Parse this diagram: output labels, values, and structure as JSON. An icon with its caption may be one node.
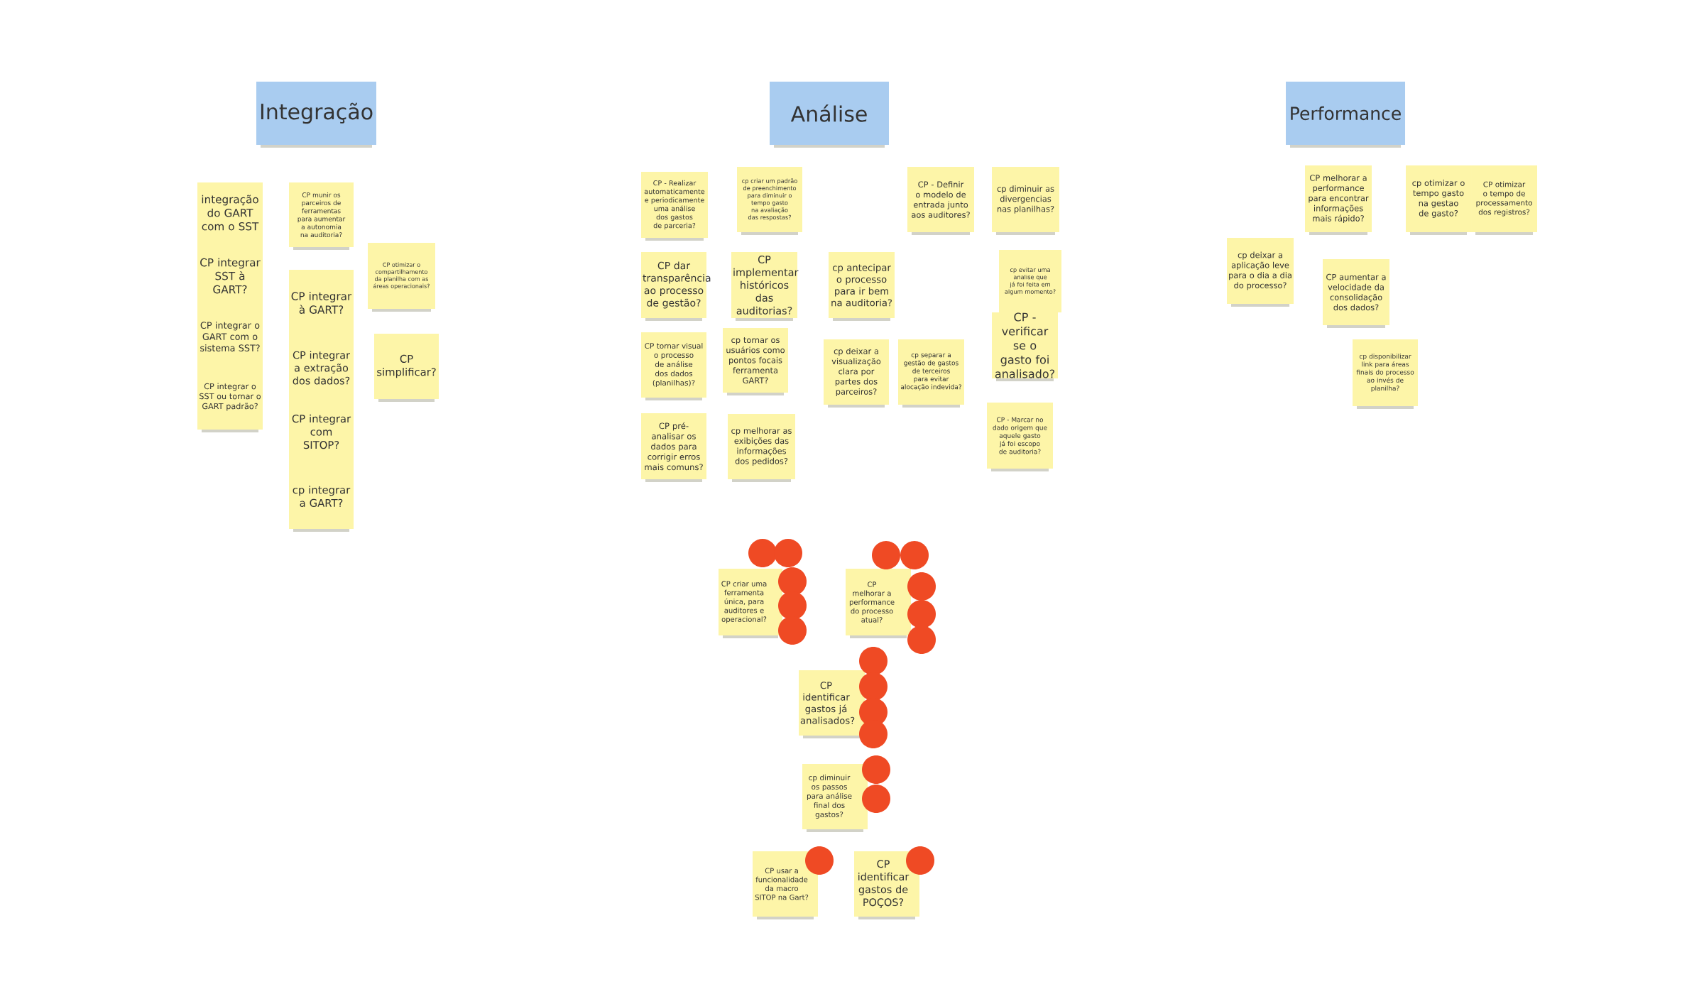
{
  "diagram": {
    "nodes": [
      {
        "text": [
          "Integração"
        ]
      },
      {
        "text": [
          "integração do GART com o SST"
        ]
      },
      {
        "text": [
          "CP integrar SST à GART?"
        ]
      },
      {
        "text": [
          "CP integrar o GART com o sistema SST?"
        ]
      },
      {
        "text": [
          "CP integrar o SST ou tornar o GART padrão?"
        ]
      },
      {
        "text": [
          "CP munir os parceiros de ferramentas para aumentar a autonomia na auditoria?"
        ]
      },
      {
        "text": [
          "CP integrar à GART?"
        ]
      },
      {
        "text": [
          "CP integrar a extração dos dados?"
        ]
      },
      {
        "text": [
          "CP integrar com SITOP?"
        ]
      },
      {
        "text": [
          "cp integrar a GART?"
        ]
      },
      {
        "text": [
          "CP otimizar o compartilhamento da planilha com as áreas operacionais?"
        ]
      },
      {
        "text": [
          "CP simplificar?"
        ]
      },
      {
        "text": [
          "Análise"
        ]
      },
      {
        "text": [
          "CP - Realizar automaticamente e periodicamente uma análise dos gastos de parceria?"
        ]
      },
      {
        "text": [
          "cp criar um padrão de preenchimento para diminuir o tempo gasto na avaliação das respostas?"
        ]
      },
      {
        "text": [
          "CP - Definir o modelo de entrada junto aos auditores?"
        ]
      },
      {
        "text": [
          "cp diminuir as divergencias nas planilhas?"
        ]
      },
      {
        "text": [
          "CP dar transparência ao processo de gestão?"
        ]
      },
      {
        "text": [
          "CP implementar históricos das auditorias?"
        ]
      },
      {
        "text": [
          "cp antecipar o processo para ir bem na auditoria?"
        ]
      },
      {
        "text": [
          "cp evitar uma analise que já foi feita em algum momento?"
        ]
      },
      {
        "text": [
          "CP - verificar se o gasto foi analisado?"
        ]
      },
      {
        "text": [
          "CP tornar visual o processo de análise dos dados (planilhas)?"
        ]
      },
      {
        "text": [
          "cp tornar os usuários como pontos focais ferramenta GART?"
        ]
      },
      {
        "text": [
          "cp deixar a visualização clara por partes dos parceiros?"
        ]
      },
      {
        "text": [
          "cp separar a gestão de gastos de terceiros para evitar alocação indevida?"
        ]
      },
      {
        "text": [
          "CP pré-analisar os dados para corrigir erros mais comuns?"
        ]
      },
      {
        "text": [
          "cp melhorar as exibições das informações dos pedidos?"
        ]
      },
      {
        "text": [
          "CP - Marcar no dado origem que aquele gasto já foi escopo de auditoria?"
        ]
      },
      {
        "text": [
          "CP criar uma ferramenta única, para auditores e operacional?"
        ]
      },
      {
        "text": [
          "CP melhorar a performance do processo atual?"
        ]
      },
      {
        "text": [
          "CP identificar gastos já analisados?"
        ]
      },
      {
        "text": [
          "cp diminuir os passos para análise final dos gastos?"
        ]
      },
      {
        "text": [
          "CP usar a funcionalidade da macro SITOP na Gart?"
        ]
      },
      {
        "text": [
          "CP identificar gastos de POÇOS?"
        ]
      },
      {
        "text": [
          "Performance"
        ]
      },
      {
        "text": [
          "CP melhorar a performance para encontrar informações mais rápido?"
        ]
      },
      {
        "text": [
          "cp otimizar o tempo gasto na gestao de gasto?"
        ]
      },
      {
        "text": [
          "CP otimizar o tempo de processamento dos registros?"
        ]
      },
      {
        "text": [
          "cp deixar a aplicação leve para o dia a dia do processo?"
        ]
      },
      {
        "text": [
          "CP aumentar a velocidade da consolidação dos dados?"
        ]
      },
      {
        "text": [
          "cp disponibilizar link para áreas finais do processo ao invés de planilha?"
        ]
      }
    ]
  }
}
